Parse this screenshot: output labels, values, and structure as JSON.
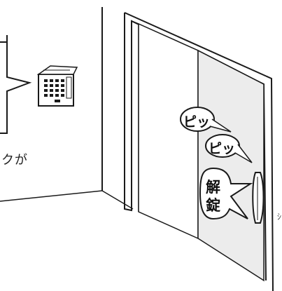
{
  "labels": {
    "caption_fragment": "クが",
    "beep_1": "ピッ",
    "beep_2": "ピッ",
    "unlock_char_1": "解",
    "unlock_char_2": "錠",
    "edge_mark": "ｼ"
  },
  "colors": {
    "line": "#1a1a1a",
    "door_panel": "#ececec",
    "background": "#ffffff"
  }
}
